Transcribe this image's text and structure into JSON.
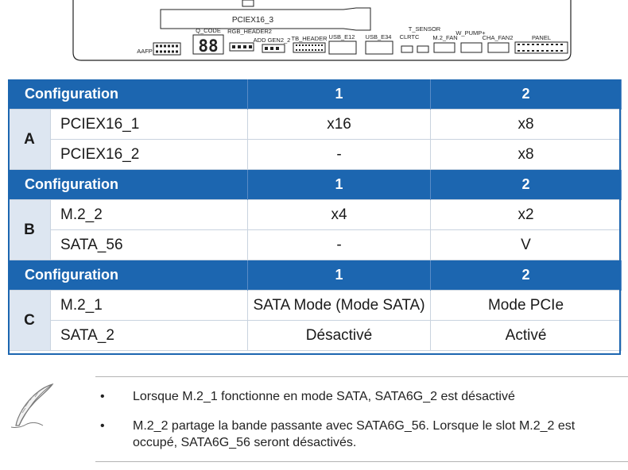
{
  "board": {
    "pciex16_3": "PCIEX16_3",
    "q_code": "Q_CODE",
    "q_code_display": "88",
    "rgb_header2": "RGB_HEADER2",
    "add_gen2_2": "ADD GEN2_2",
    "tb_header": "TB_HEADER",
    "usb_e12": "USB_E12",
    "usb_e34": "USB_E34",
    "clrtc": "CLRTC",
    "t_sensor": "T_SENSOR",
    "m2_fan": "M.2_FAN",
    "w_pump": "W_PUMP+",
    "cha_fan2": "CHA_FAN2",
    "panel": "PANEL",
    "aafp": "AAFP"
  },
  "table": {
    "sections": [
      {
        "header": [
          "Configuration",
          "1",
          "2"
        ],
        "group": "A",
        "rows": [
          [
            "PCIEX16_1",
            "x16",
            "x8"
          ],
          [
            "PCIEX16_2",
            "-",
            "x8"
          ]
        ]
      },
      {
        "header": [
          "Configuration",
          "1",
          "2"
        ],
        "group": "B",
        "rows": [
          [
            "M.2_2",
            "x4",
            "x2"
          ],
          [
            "SATA_56",
            "-",
            "V"
          ]
        ]
      },
      {
        "header": [
          "Configuration",
          "1",
          "2"
        ],
        "group": "C",
        "rows": [
          [
            "M.2_1",
            "SATA Mode (Mode SATA)",
            "Mode PCIe"
          ],
          [
            "SATA_2",
            "Désactivé",
            "Activé"
          ]
        ]
      }
    ]
  },
  "notes": {
    "bullet": "•",
    "items": [
      "Lorsque M.2_1 fonctionne en mode SATA, SATA6G_2 est désactivé",
      "M.2_2 partage la bande passante avec SATA6G_56. Lorsque le slot M.2_2 est occupé, SATA6G_56 seront désactivés."
    ]
  }
}
